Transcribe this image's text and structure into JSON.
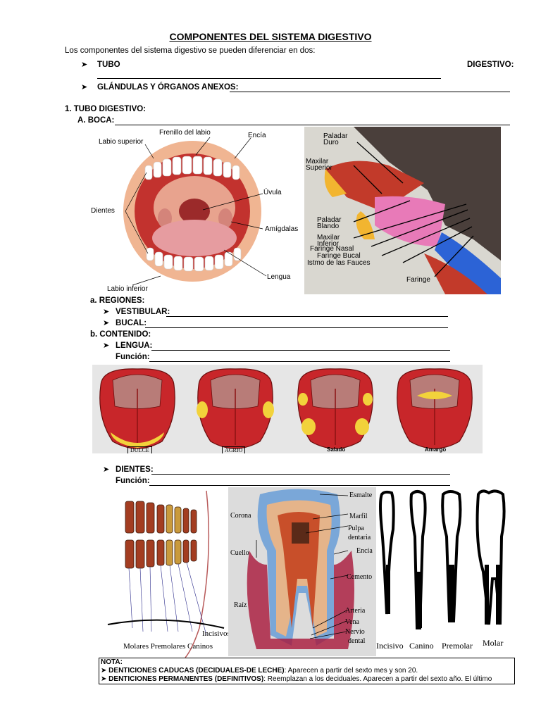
{
  "title": "COMPONENTES DEL SISTEMA DIGESTIVO",
  "intro": "Los componentes del sistema digestivo se pueden diferenciar en dos:",
  "bullets": {
    "tubo_left": "TUBO",
    "tubo_right": "DIGESTIVO:",
    "glandulas": "GLÁNDULAS Y ÓRGANOS ANEXOS:"
  },
  "section1": {
    "heading": "1.  TUBO DIGESTIVO:",
    "boca": "A.  BOCA:"
  },
  "mouth_labels": {
    "frenillo": "Frenillo del labio",
    "encia": "Encía",
    "labio_sup": "Labio superior",
    "uvula": "Úvula",
    "dientes": "Dientes",
    "amigdalas": "Amígdalas",
    "lengua": "Lengua",
    "labio_inf": "Labio inferior"
  },
  "sagittal_labels": {
    "paladar_duro": "Paladar\nDuro",
    "maxilar_sup": "Maxilar\nSuperior",
    "paladar_blando": "Paladar\nBlando",
    "maxilar_inf": "Maxilar\nInferior",
    "faringe_nasal": "Faringe Nasal",
    "faringe_bucal": "Faringe Bucal",
    "istmo": "Istmo de las Fauces",
    "faringe": "Faringe"
  },
  "regiones": {
    "heading": "a.  REGIONES:",
    "vestibular": "VESTIBULAR:",
    "bucal": "BUCAL:"
  },
  "contenido": {
    "heading": "b.  CONTENIDO:",
    "lengua": "LENGUA:",
    "funcion1": "Función:",
    "dientes": "DIENTES:",
    "funcion2": "Función:"
  },
  "tongue_labels": [
    "DULCE",
    "AGRIO",
    "Salado",
    "Amargo"
  ],
  "teeth_labels": {
    "molares": "Molares Premolares Caninos",
    "incisivos": "Incisivos"
  },
  "tooth_section_labels": {
    "corona": "Corona",
    "cuello": "Cuello",
    "raiz": "Raíz",
    "esmalte": "Esmalte",
    "marfil": "Marfil",
    "pulpa": "Pulpa",
    "dentaria": "dentaria",
    "encia": "Encía",
    "cemento": "Cemento",
    "arteria": "Arteria",
    "vena": "Vena",
    "nervio": "Nervio",
    "dental": "dental"
  },
  "tooth_types": [
    "Incisivo",
    "Canino",
    "Premolar",
    "Molar"
  ],
  "nota": {
    "heading": "NOTA:",
    "line1_bold": "DENTICIONES CADUCAS (DECIDUALES-DE LECHE)",
    "line1_rest": ": Aparecen a partir del sexto mes y son 20.",
    "line2_bold": "DENTICIONES PERMANENTES (DEFINITIVOS)",
    "line2_rest": ": Reemplazan a los deciduales. Aparecen a partir del sexto año. El último"
  }
}
